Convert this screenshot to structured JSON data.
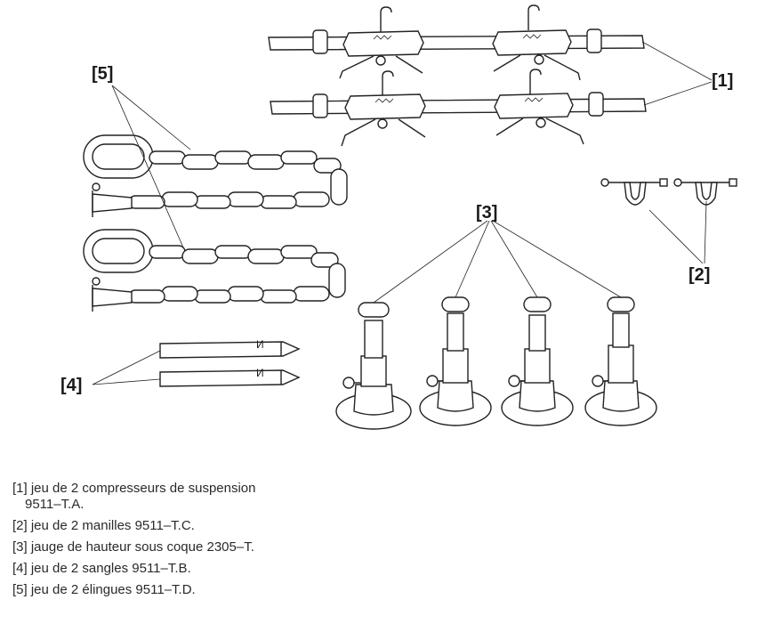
{
  "callouts": {
    "c1": "[1]",
    "c2": "[2]",
    "c3": "[3]",
    "c4": "[4]",
    "c5": "[5]"
  },
  "legend": [
    {
      "line1": "[1] jeu de 2 compresseurs de suspension",
      "line2": "9511–T.A."
    },
    {
      "line1": "[2] jeu de 2 manilles 9511–T.C.",
      "line2": ""
    },
    {
      "line1": "[3] jauge de hauteur sous coque 2305–T.",
      "line2": ""
    },
    {
      "line1": "[4] jeu de 2 sangles 9511–T.B.",
      "line2": ""
    },
    {
      "line1": "[5] jeu de 2 élingues 9511–T.D.",
      "line2": ""
    }
  ],
  "strap_marks": [
    "И",
    "И"
  ]
}
